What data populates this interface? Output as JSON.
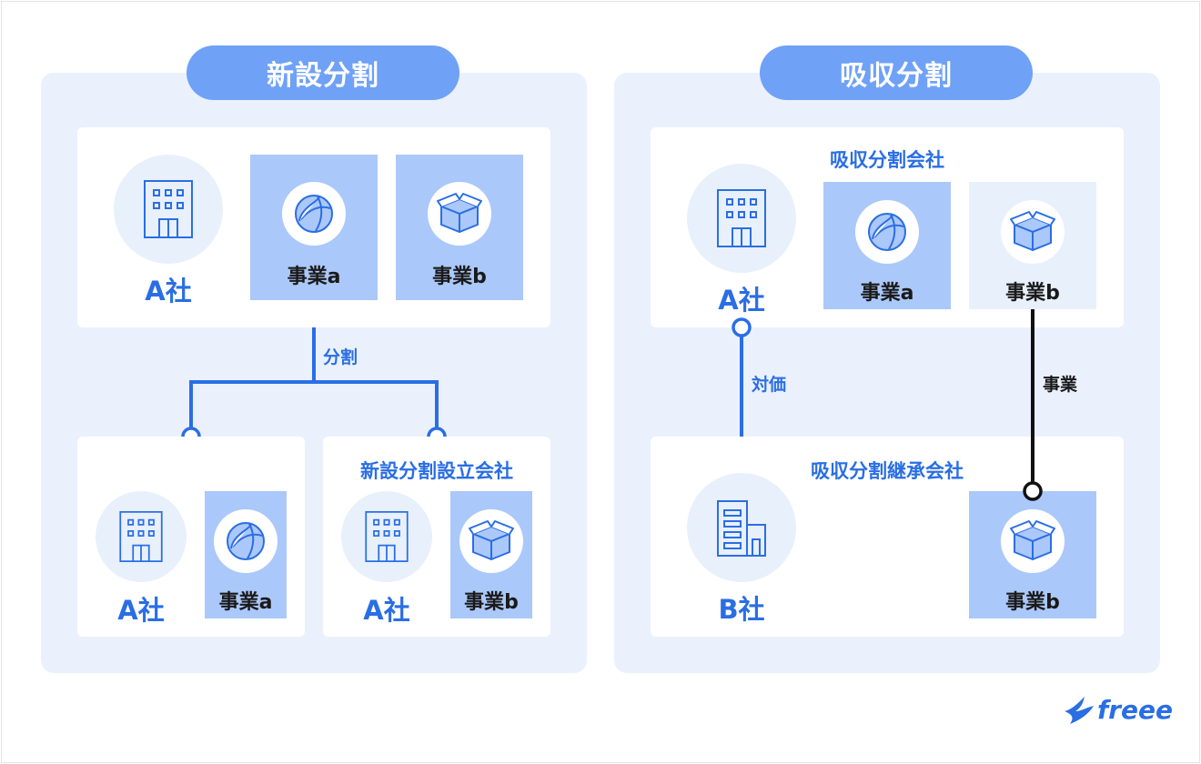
{
  "left": {
    "title": "新設分割",
    "source": {
      "company": "A社",
      "business_a": "事業a",
      "business_b": "事業b"
    },
    "connector_label": "分割",
    "result_left": {
      "company": "A社",
      "business": "事業a"
    },
    "result_right": {
      "heading": "新設分割設立会社",
      "company": "A社",
      "business": "事業b"
    }
  },
  "right": {
    "title": "吸収分割",
    "top": {
      "heading": "吸収分割会社",
      "company": "A社",
      "business_a": "事業a",
      "business_b": "事業b"
    },
    "consideration_label": "対価",
    "business_label": "事業",
    "bottom": {
      "heading": "吸収分割継承会社",
      "company": "B社",
      "business": "事業b"
    }
  },
  "logo": {
    "text": "freee"
  },
  "colors": {
    "accent": "#2a6ee4",
    "pill": "#6fa1f7",
    "panel": "#eaf1fd",
    "business_fill": "#abc8fa"
  }
}
